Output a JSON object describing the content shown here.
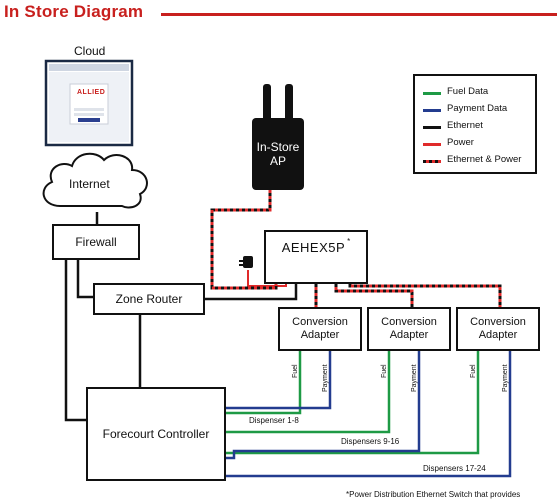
{
  "title": "In Store Diagram",
  "cloud_label": "Cloud",
  "cloud_screen_brand": "ALLIED",
  "internet_label": "Internet",
  "firewall_label": "Firewall",
  "zone_router_label": "Zone Router",
  "forecourt_label": "Forecourt Controller",
  "ap_line1": "In-Store",
  "ap_line2": "AP",
  "switch_label": "AEHEX5P",
  "switch_mark": "*",
  "adapters": [
    {
      "line1": "Conversion",
      "line2": "Adapter"
    },
    {
      "line1": "Conversion",
      "line2": "Adapter"
    },
    {
      "line1": "Conversion",
      "line2": "Adapter"
    }
  ],
  "wire_labels": {
    "fuel": "Fuel",
    "payment": "Payment"
  },
  "dispensers": [
    "Dispenser 1-8",
    "Dispensers 9-16",
    "Dispensers 17-24"
  ],
  "legend": [
    {
      "label": "Fuel Data",
      "color": "#1e9a45",
      "style": "solid"
    },
    {
      "label": "Payment Data",
      "color": "#233c8f",
      "style": "solid"
    },
    {
      "label": "Ethernet",
      "color": "#111111",
      "style": "solid"
    },
    {
      "label": "Power",
      "color": "#e02a2a",
      "style": "solid"
    },
    {
      "label": "Ethernet & Power",
      "color": "#111111",
      "style": "dashed-red"
    }
  ],
  "footnote": "*Power Distribution Ethernet Switch that provides",
  "colors": {
    "accent": "#c8201e",
    "fuel": "#1e9a45",
    "payment": "#233c8f",
    "ethernet": "#111111",
    "power": "#e02a2a"
  }
}
